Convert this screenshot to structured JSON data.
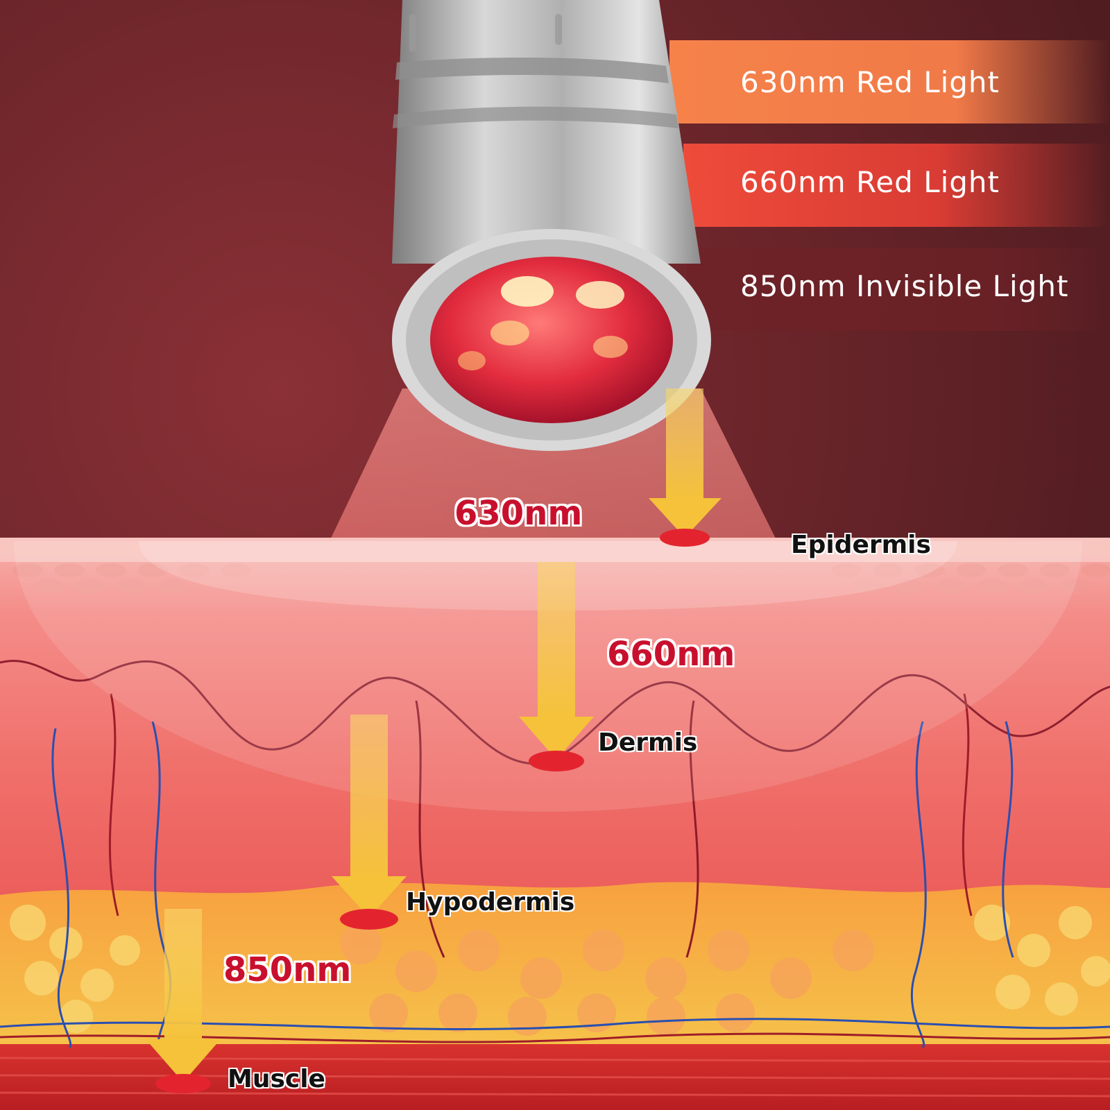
{
  "colors": {
    "background": "#7a2a30",
    "banner_630": "#f6824a",
    "banner_660": "#ee4b3a",
    "banner_850": "#6e2328",
    "arrow": "#f5c84c",
    "label_red": "#c8102e"
  },
  "banners": [
    {
      "label": "630nm Red Light"
    },
    {
      "label": "660nm Red Light"
    },
    {
      "label": "850nm Invisible Light"
    }
  ],
  "wavelengths": {
    "nm_630": "630nm",
    "nm_660": "660nm",
    "nm_850": "850nm"
  },
  "layers": {
    "epidermis": "Epidermis",
    "dermis": "Dermis",
    "hypodermis": "Hypodermis",
    "muscle": "Muscle"
  }
}
